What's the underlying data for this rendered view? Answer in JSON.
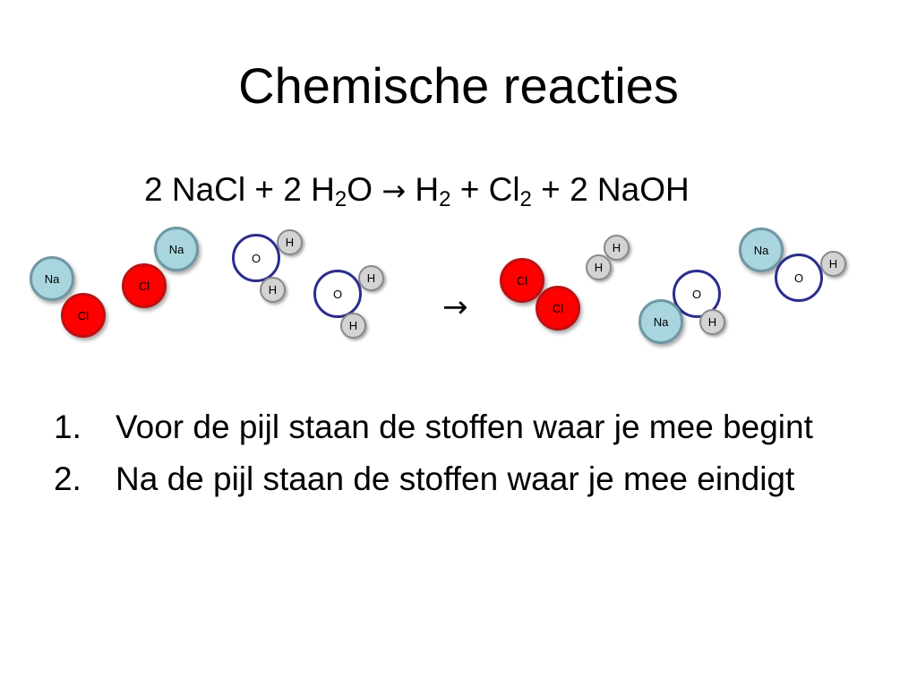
{
  "slide": {
    "title": "Chemische reacties"
  },
  "equation": {
    "p1": "2 NaCl + 2 H",
    "s1": "2",
    "p2": "O ",
    "arrow": "→",
    "p3": " H",
    "s2": "2",
    "p4": " + Cl",
    "s3": "2",
    "p5": " + 2 NaOH"
  },
  "diagram": {
    "reaction_arrow": "→",
    "reactants": {
      "nacl_1": {
        "na": "Na",
        "cl": "Cl"
      },
      "nacl_2": {
        "na": "Na",
        "cl": "Cl"
      },
      "water_1": {
        "o": "O",
        "h1": "H",
        "h2": "H"
      },
      "water_2": {
        "o": "O",
        "h1": "H",
        "h2": "H"
      }
    },
    "products": {
      "chlorine": {
        "cl1": "Cl",
        "cl2": "Cl"
      },
      "hydrogen": {
        "h1": "H",
        "h2": "H"
      },
      "naoh_1": {
        "o": "O",
        "na": "Na",
        "h": "H"
      },
      "naoh_2": {
        "na": "Na",
        "o": "O",
        "h": "H"
      }
    },
    "colors": {
      "sodium": "#a9d6de",
      "chlorine": "#ff0000",
      "oxygen_border": "#2b2d8c",
      "hydrogen": "#d3d3d3"
    }
  },
  "list": {
    "items": [
      {
        "number": "1.",
        "text": "Voor de pijl staan de stoffen waar je mee begint"
      },
      {
        "number": "2.",
        "text": "Na de pijl staan de stoffen waar je mee eindigt"
      }
    ]
  }
}
